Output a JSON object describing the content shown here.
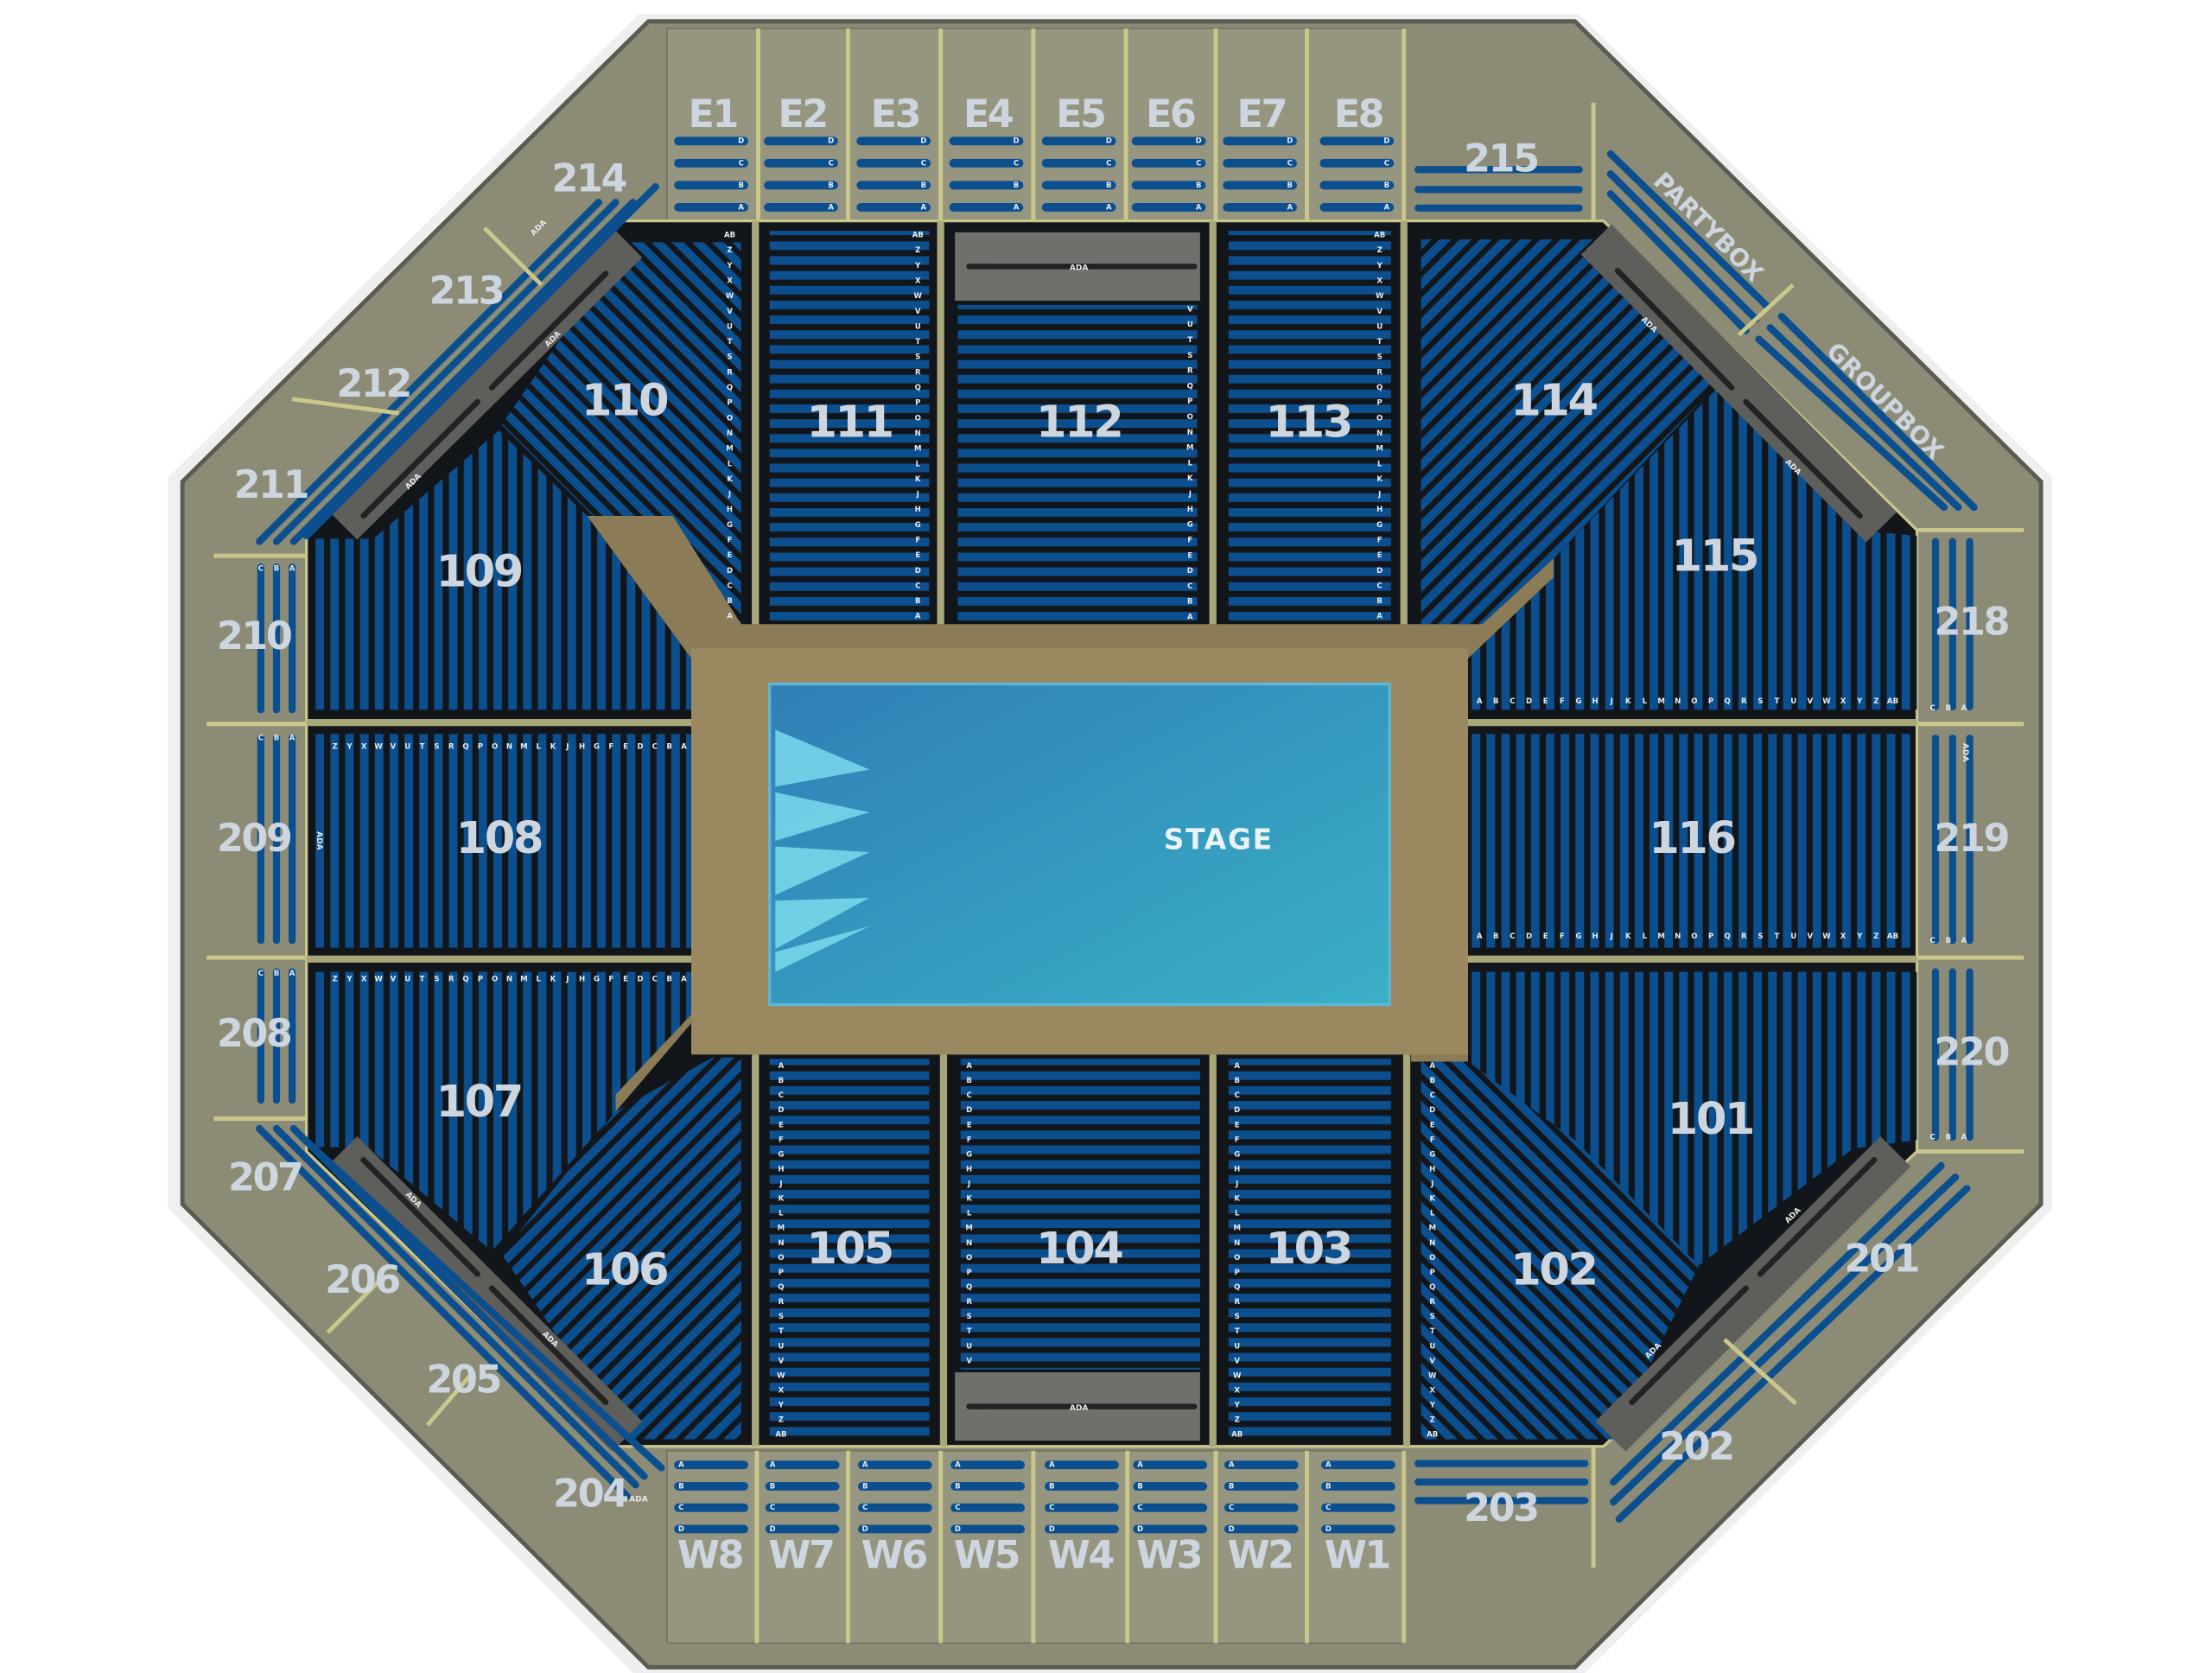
{
  "map": {
    "stage_label": "STAGE",
    "ada_label": "ADA",
    "colors": {
      "seat": "#0b4f8f",
      "concourse": "#8c8b76",
      "floor": "#8b7b56",
      "stage": "#3aa3c8"
    },
    "sections": {
      "s101": "101",
      "s102": "102",
      "s103": "103",
      "s104": "104",
      "s105": "105",
      "s106": "106",
      "s107": "107",
      "s108": "108",
      "s109": "109",
      "s110": "110",
      "s111": "111",
      "s112": "112",
      "s113": "113",
      "s114": "114",
      "s115": "115",
      "s116": "116",
      "s201": "201",
      "s202": "202",
      "s203": "203",
      "s204": "204",
      "s205": "205",
      "s206": "206",
      "s207": "207",
      "s208": "208",
      "s209": "209",
      "s210": "210",
      "s211": "211",
      "s212": "212",
      "s213": "213",
      "s214": "214",
      "s215": "215",
      "s218": "218",
      "s219": "219",
      "s220": "220",
      "partybox": "PARTYBOX",
      "groupbox": "GROUPBOX",
      "E1": "E1",
      "E2": "E2",
      "E3": "E3",
      "E4": "E4",
      "E5": "E5",
      "E6": "E6",
      "E7": "E7",
      "E8": "E8",
      "W1": "W1",
      "W2": "W2",
      "W3": "W3",
      "W4": "W4",
      "W5": "W5",
      "W6": "W6",
      "W7": "W7",
      "W8": "W8"
    },
    "rows": {
      "lower26": [
        "A",
        "B",
        "C",
        "D",
        "E",
        "F",
        "G",
        "H",
        "J",
        "K",
        "L",
        "M",
        "N",
        "O",
        "P",
        "Q",
        "R",
        "S",
        "T",
        "U",
        "V",
        "W",
        "X",
        "Y",
        "Z",
        "AB"
      ],
      "lower21": [
        "A",
        "B",
        "C",
        "D",
        "E",
        "F",
        "G",
        "H",
        "J",
        "K",
        "L",
        "M",
        "N",
        "O",
        "P",
        "Q",
        "R",
        "S",
        "T",
        "U",
        "V"
      ],
      "side": [
        "Z",
        "Y",
        "X",
        "W",
        "V",
        "U",
        "T",
        "S",
        "R",
        "Q",
        "P",
        "O",
        "N",
        "M",
        "L",
        "K",
        "J",
        "H",
        "G",
        "F",
        "E",
        "D",
        "C",
        "B",
        "A"
      ],
      "side116": [
        "A",
        "B",
        "C",
        "D",
        "E",
        "F",
        "G",
        "H",
        "J",
        "K",
        "L",
        "M",
        "N",
        "O",
        "P",
        "Q",
        "R",
        "S",
        "T",
        "U",
        "V",
        "W",
        "X",
        "Y",
        "Z",
        "AB"
      ],
      "box4": [
        "A",
        "B",
        "C",
        "D"
      ],
      "upper3": [
        "C",
        "B",
        "A"
      ]
    }
  }
}
